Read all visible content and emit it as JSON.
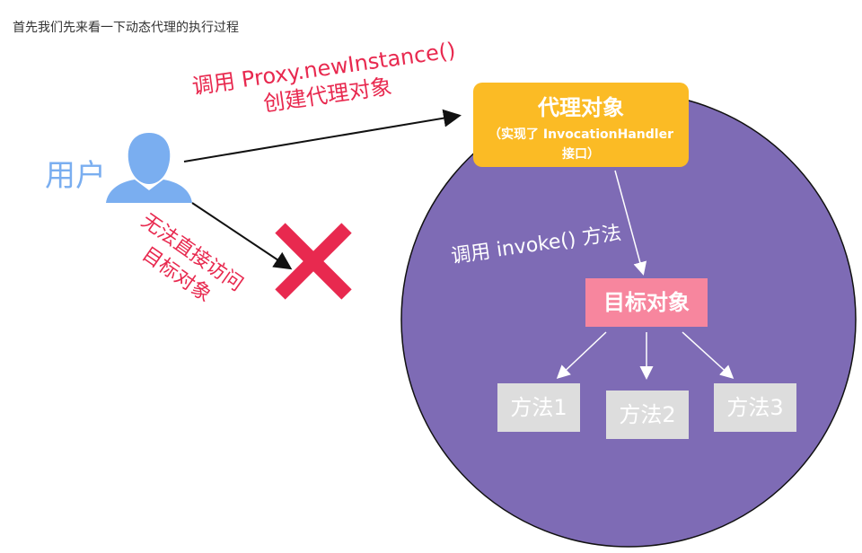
{
  "intro_text": "首先我们先来看一下动态代理的执行过程",
  "diagram": {
    "user_label": "用户",
    "call_label_line1": "调用 Proxy.newInstance()",
    "call_label_line2": "创建代理对象",
    "cannot_access_line1": "无法直接访问",
    "cannot_access_line2": "目标对象",
    "proxy_title": "代理对象",
    "proxy_subtitle_line1": "（实现了 InvocationHandler",
    "proxy_subtitle_line2": "接口）",
    "invoke_label": "调用 invoke() 方法",
    "target_label": "目标对象",
    "methods": [
      "方法1",
      "方法2",
      "方法3"
    ],
    "colors": {
      "circle": "#7e6bb5",
      "proxy": "#fbbb25",
      "target": "#f7869e",
      "method": "#dddddd",
      "red": "#e8294f",
      "user": "#7aaef0"
    }
  }
}
